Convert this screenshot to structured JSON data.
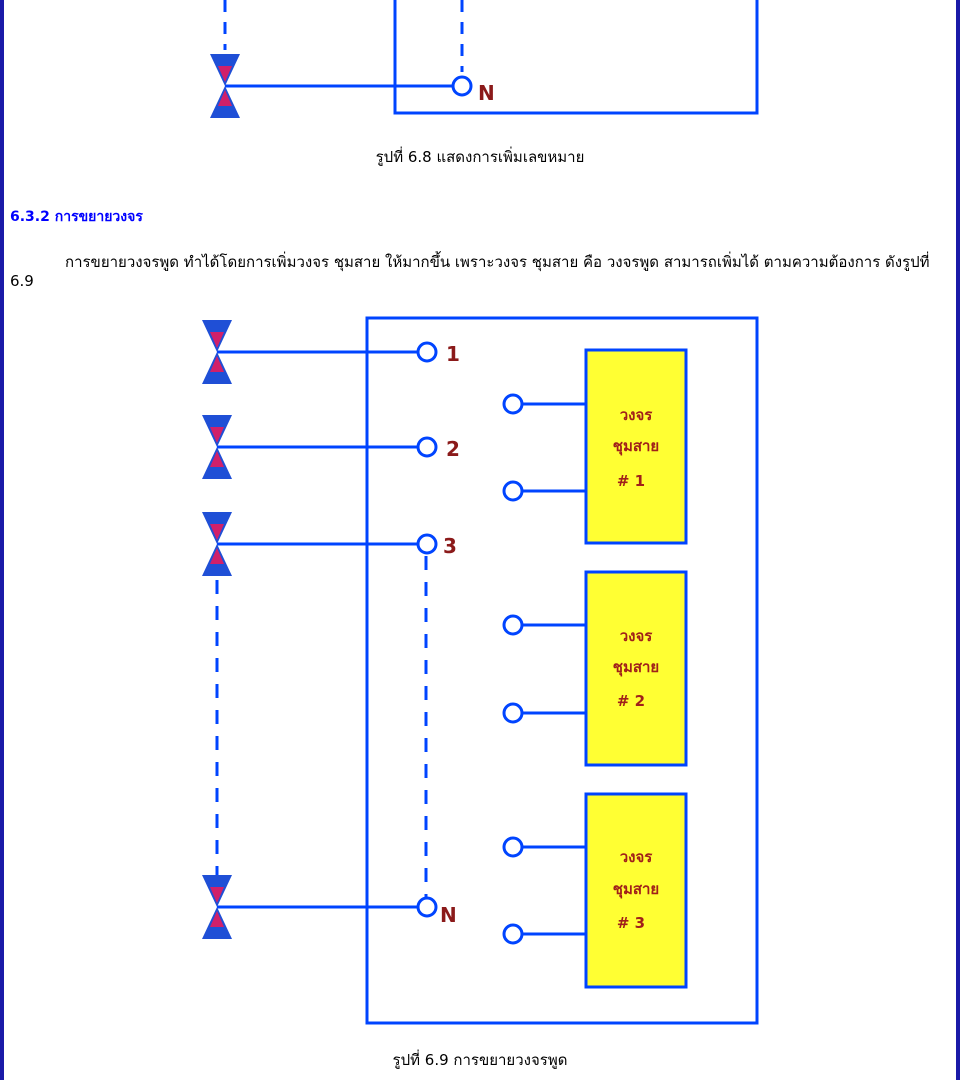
{
  "top_figure": {
    "terminal_label": "N",
    "caption": "รูปที่ 6.8 แสดงการเพิ่มเลขหมาย"
  },
  "section": {
    "heading": "6.3.2 การขยายวงจร",
    "paragraph": "การขยายวงจรพูด ทำได้โดยการเพิ่มวงจร ชุมสาย ให้มากขึ้น เพราะวงจร ชุมสาย คือ วงจรพูด สามารถเพิ่มได้ ตามความต้องการ ดังรูปที่ 6.9"
  },
  "figure": {
    "terminals": [
      "1",
      "2",
      "3",
      "N"
    ],
    "circuit_boxes": [
      {
        "line1": "วงจร",
        "line2": "ชุมสาย",
        "line3": "# 1"
      },
      {
        "line1": "วงจร",
        "line2": "ชุมสาย",
        "line3": "# 2"
      },
      {
        "line1": "วงจร",
        "line2": "ชุมสาย",
        "line3": "# 3"
      }
    ],
    "caption": "รูปที่ 6.9 การขยายวงจรพูด"
  },
  "colors": {
    "line": "#0044ff",
    "box_fill": "#ffff33",
    "valve_outer": "#1f4fd6",
    "valve_inner": "#d0206a",
    "frame": "#1a1aa8"
  }
}
